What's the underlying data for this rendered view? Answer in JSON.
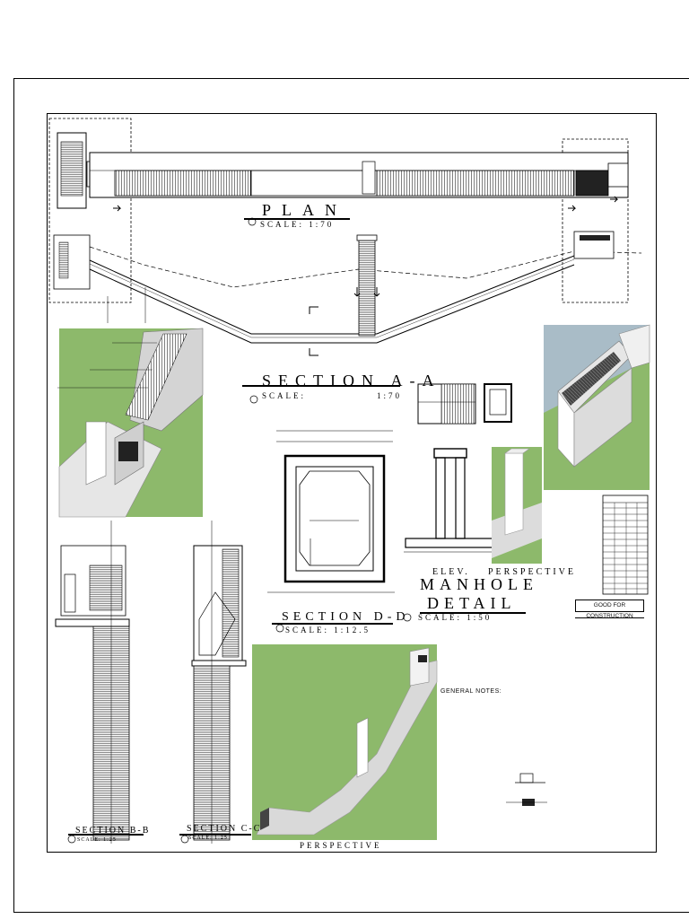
{
  "titles": {
    "plan": "PLAN",
    "section_aa": "SECTION A-A",
    "section_dd": "SECTION D-D",
    "manhole_1": "MANHOLE",
    "manhole_2": "DETAIL",
    "section_bb": "SECTION B-B",
    "section_cc": "SECTION C-C",
    "elev": "ELEV.",
    "perspective_small": "PERSPECTIVE",
    "perspective_main": "PERSPECTIVE"
  },
  "scales": {
    "plan": "SCALE:   1:70",
    "section_aa_left": "SCALE:",
    "section_aa_right": "1:70",
    "section_dd": "SCALE:            1:12.5",
    "manhole": "SCALE:                1:50",
    "section_bb": "SCALE:         1:25",
    "section_cc": "SCALE:         1:25"
  },
  "notes": {
    "title": "GENERAL NOTES:"
  },
  "stamp": {
    "text": "GOOD FOR CONSTRUCTION"
  },
  "colors": {
    "line": "#000000",
    "grass": "#8db96b",
    "concrete": "#d9d9d9",
    "sky": "#a9bcc7"
  }
}
